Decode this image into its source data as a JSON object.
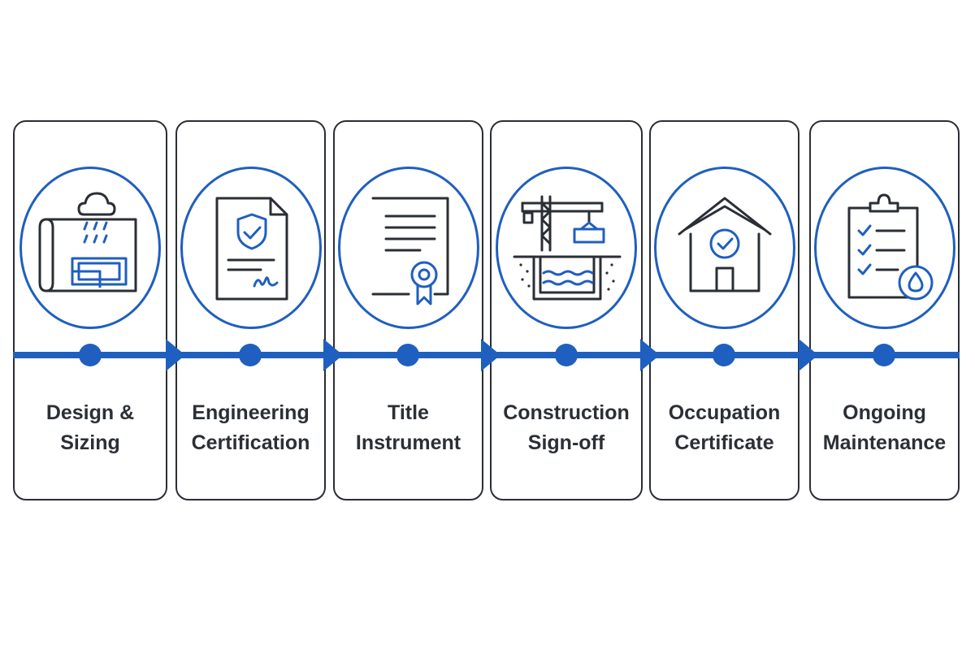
{
  "diagram": {
    "type": "process-timeline",
    "accent_color": "#1f5fbf",
    "border_color": "#2a2e35",
    "text_color": "#2b2f36",
    "steps": [
      {
        "line1": "Design &",
        "line2": "Sizing",
        "icon": "blueprint-rain-icon"
      },
      {
        "line1": "Engineering",
        "line2": "Certification",
        "icon": "certified-document-icon"
      },
      {
        "line1": "Title",
        "line2": "Instrument",
        "icon": "title-deed-icon"
      },
      {
        "line1": "Construction",
        "line2": "Sign-off",
        "icon": "crane-tank-icon"
      },
      {
        "line1": "Occupation",
        "line2": "Certificate",
        "icon": "house-check-icon"
      },
      {
        "line1": "Ongoing",
        "line2": "Maintenance",
        "icon": "checklist-drop-icon"
      }
    ]
  }
}
